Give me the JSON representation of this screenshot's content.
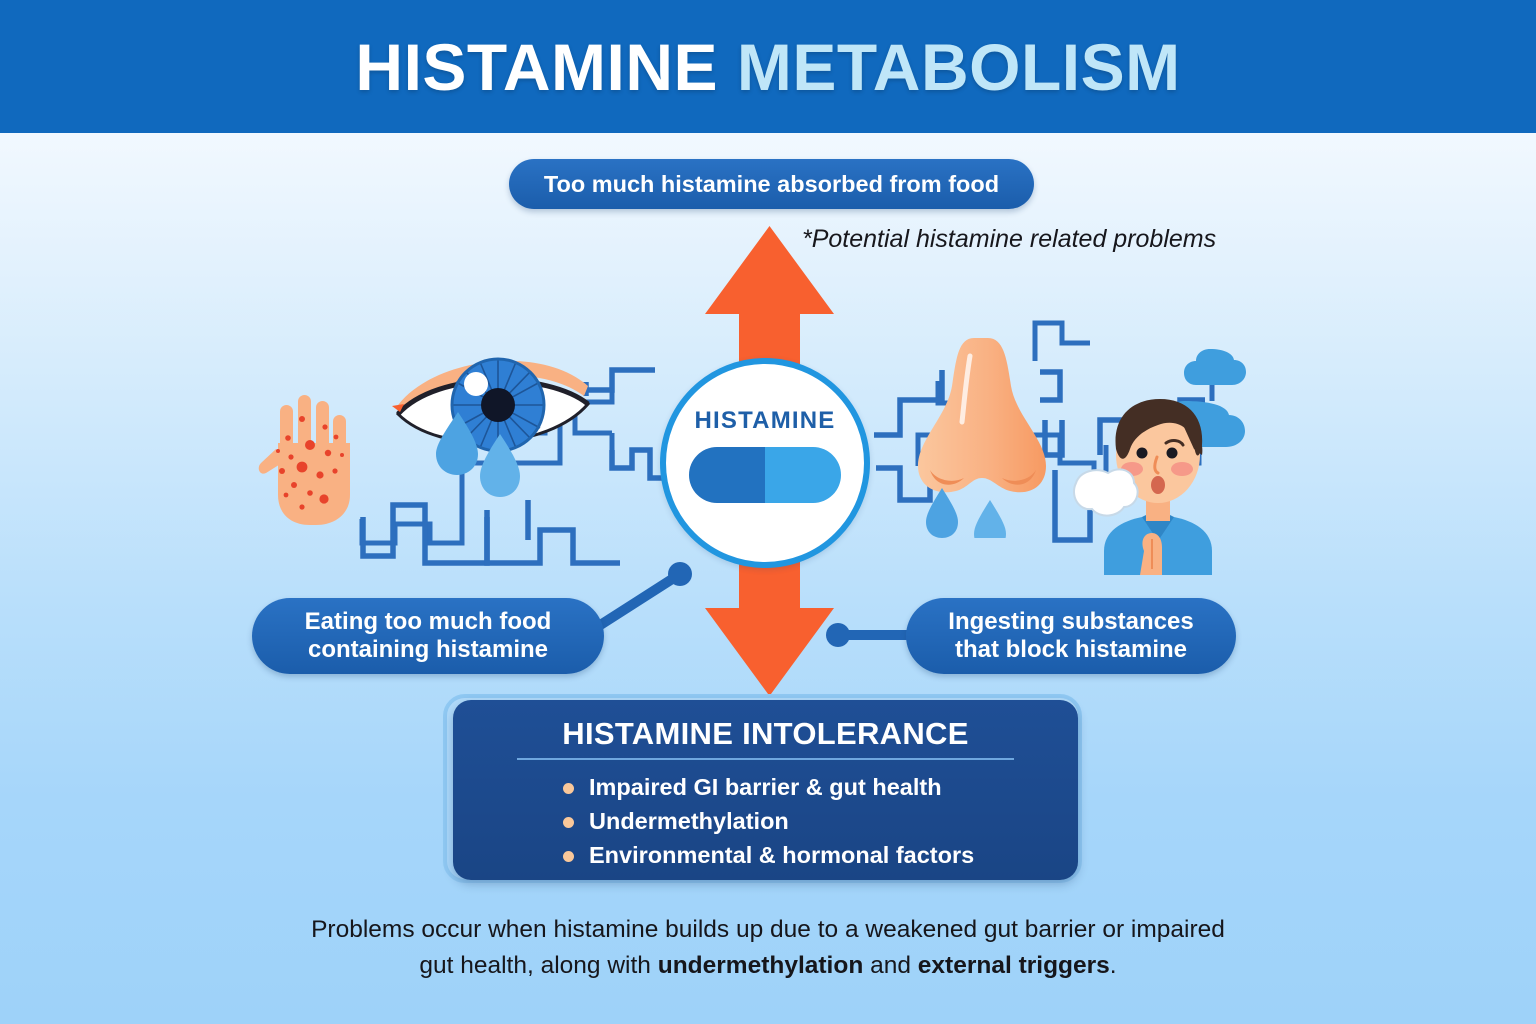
{
  "header": {
    "title_part1": "HISTAMINE ",
    "title_part2": "METABOLISM",
    "bg_color": "#1069BE",
    "part1_color": "#FFFFFF",
    "part2_color": "#BFE6F8"
  },
  "top_pill": {
    "label": "Too much histamine absorbed from food"
  },
  "note": {
    "text": "*Potential histamine related problems"
  },
  "center": {
    "circle_label": "HISTAMINE",
    "capsule_left_color": "#2272C0",
    "capsule_right_color": "#3AA6E8",
    "ring_color": "#2196E0"
  },
  "arrows": {
    "up_direction": "up",
    "down_direction": "down",
    "color": "#F8602F"
  },
  "left_pill": {
    "line1": "Eating too much food",
    "line2": "containing histamine"
  },
  "right_pill": {
    "line1": "Ingesting substances",
    "line2": "that block histamine"
  },
  "illustrations": [
    {
      "name": "rash-hand-icon",
      "desc": "hand with red rash spots"
    },
    {
      "name": "watery-eye-icon",
      "desc": "blue eye with tear drops"
    },
    {
      "name": "runny-nose-icon",
      "desc": "nose with drip drops"
    },
    {
      "name": "wheezing-person-icon",
      "desc": "person sneezing with tissue and clouds"
    }
  ],
  "panel": {
    "title": "HISTAMINE INTOLERANCE",
    "bullets": [
      "Impaired GI barrier & gut health",
      "Undermethylation",
      "Environmental & hormonal factors"
    ],
    "bg_color": "#1F4F96",
    "bullet_color": "#FAC89A"
  },
  "caption": {
    "line1_a": "Problems occur when histamine builds up due to a weakened gut barrier or impaired",
    "line2_a": "gut health, along with ",
    "line2_b": "undermethylation",
    "line2_c": " and ",
    "line2_d": "external triggers",
    "line2_e": "."
  }
}
